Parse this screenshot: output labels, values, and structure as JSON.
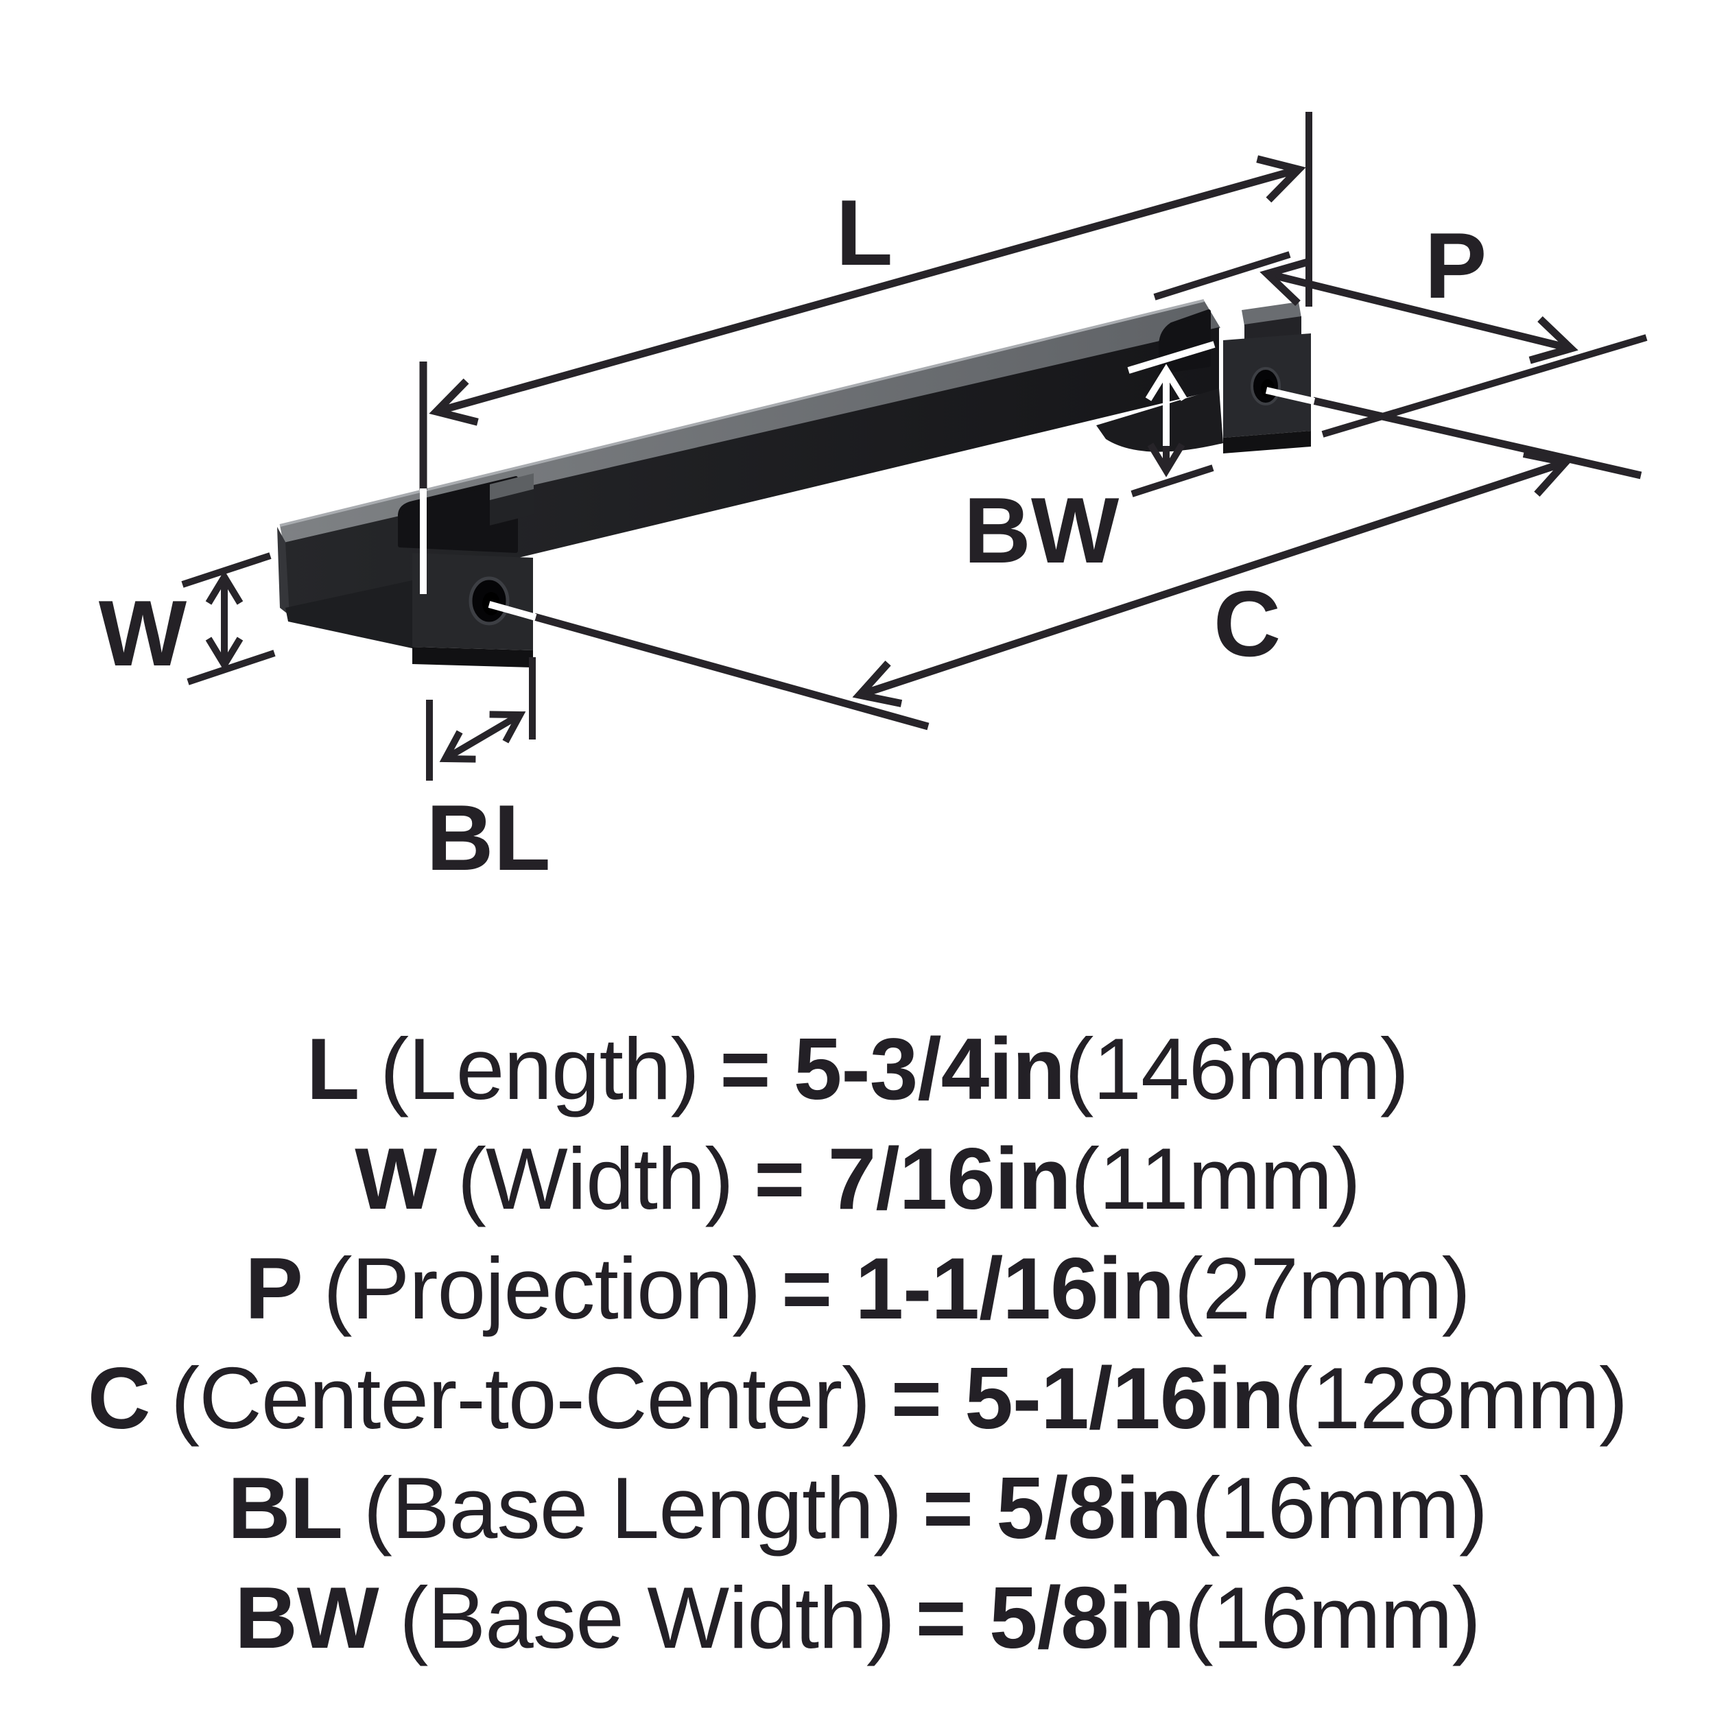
{
  "diagram": {
    "labels": {
      "length": "L",
      "width": "W",
      "projection": "P",
      "center_to_center": "C",
      "base_length": "BL",
      "base_width": "BW"
    },
    "colors": {
      "line": "#272429",
      "handle_top": "#6f7275",
      "handle_front": "#1d1d20",
      "white_marks": "#ffffff"
    }
  },
  "legend": {
    "rows": [
      {
        "symbol": "L",
        "name": "(Length)",
        "value": "= 5-3/4in",
        "metric": "(146mm)"
      },
      {
        "symbol": "W",
        "name": "(Width)",
        "value": "= 7/16in",
        "metric": "(11mm)"
      },
      {
        "symbol": "P",
        "name": "(Projection)",
        "value": "= 1-1/16in",
        "metric": "(27mm)"
      },
      {
        "symbol": "C",
        "name": "(Center-to-Center)",
        "value": "= 5-1/16in",
        "metric": "(128mm)"
      },
      {
        "symbol": "BL",
        "name": "(Base Length)",
        "value": "= 5/8in",
        "metric": "(16mm)"
      },
      {
        "symbol": "BW",
        "name": "(Base Width)",
        "value": "= 5/8in",
        "metric": "(16mm)"
      }
    ]
  }
}
